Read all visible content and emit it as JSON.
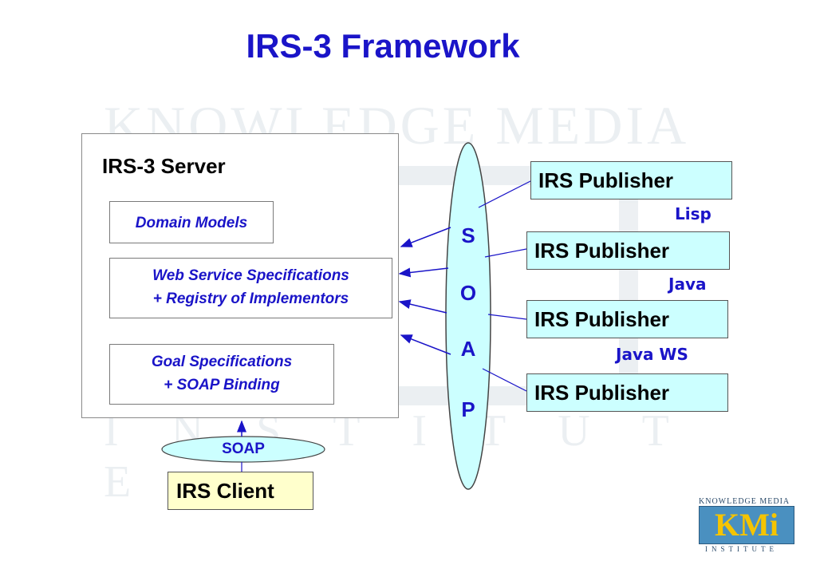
{
  "title": "IRS-3 Framework",
  "server": {
    "label": "IRS-3 Server",
    "domain_models": "Domain Models",
    "web_service_line1": "Web Service Specifications",
    "web_service_line2": "+ Registry of Implementors",
    "goal_line1": "Goal Specifications",
    "goal_line2": "+ SOAP Binding"
  },
  "soap_bus": {
    "letters": [
      "S",
      "O",
      "A",
      "P"
    ]
  },
  "publishers": [
    {
      "label": "IRS Publisher",
      "lang": "Lisp"
    },
    {
      "label": "IRS Publisher",
      "lang": "Java"
    },
    {
      "label": "IRS Publisher",
      "lang": "Java WS"
    },
    {
      "label": "IRS Publisher",
      "lang": ""
    }
  ],
  "client": {
    "soap_label": "SOAP",
    "label": "IRS Client"
  },
  "watermark": {
    "line1": "KNOWLEDGE MEDIA",
    "line2": "I N S T I T U T E"
  },
  "logo": {
    "top": "KNOWLEDGE MEDIA",
    "main": "KMi",
    "bottom": "INSTITUTE"
  },
  "colors": {
    "accent": "#1a14c8",
    "publisher_fill": "#ccffff",
    "client_fill": "#ffffcc",
    "soap_fill": "#ccffff"
  }
}
